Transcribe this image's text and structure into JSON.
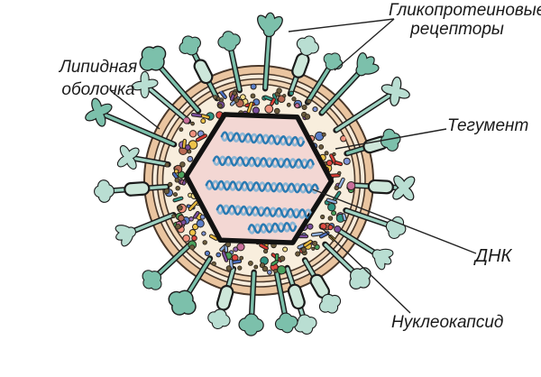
{
  "labels": {
    "glycoprotein": {
      "line1": "Гликопротеиновые",
      "line2": "рецепторы"
    },
    "lipid": {
      "line1": "Липидная",
      "line2": "оболочка"
    },
    "tegument": {
      "text": "Тегумент"
    },
    "dna": {
      "text": "ДНК"
    },
    "nucleocapsid": {
      "text": "Нуклеокапсид"
    }
  },
  "colors": {
    "background": "#ffffff",
    "envelope_outer": "#eac5a0",
    "envelope_gap": "#f7ecdc",
    "envelope_inner": "#f0d4b4",
    "envelope_outline": "#4a382a",
    "tegument_bg": "#f8eedd",
    "capsid_fill": "#f3d7d3",
    "capsid_outline": "#121212",
    "dna_dark": "#2a7ab2",
    "dna_light": "#8bb5d4",
    "spike_medium": "#7cc0ab",
    "spike_light": "#b9ded2",
    "spike_light_stem": "#9fd2c2",
    "spike_capsule": "#cde7da",
    "spike_outline": "#1b1b1b",
    "particle_outline": "#26201a",
    "particle_dot": "#6b5c3d",
    "particle_circle_palette": [
      "#9a6db8",
      "#5b7fc8",
      "#e04a42",
      "#2f9484",
      "#eec34a",
      "#f0917e",
      "#7b4f9e",
      "#4aa15c",
      "#f3de8a",
      "#c96f9b",
      "#7f95d6",
      "#b86a54"
    ],
    "particle_rod_palette": [
      "#dd3b34",
      "#2f9484",
      "#4a6fc0",
      "#7b4f9e",
      "#3da05a",
      "#e8b93e",
      "#8fb0e0"
    ],
    "pointer_line": "#222222",
    "label_text": "#1a1a1a"
  },
  "particles": {
    "seed": 11,
    "circles": 140,
    "rods": 60,
    "dots": 70
  }
}
